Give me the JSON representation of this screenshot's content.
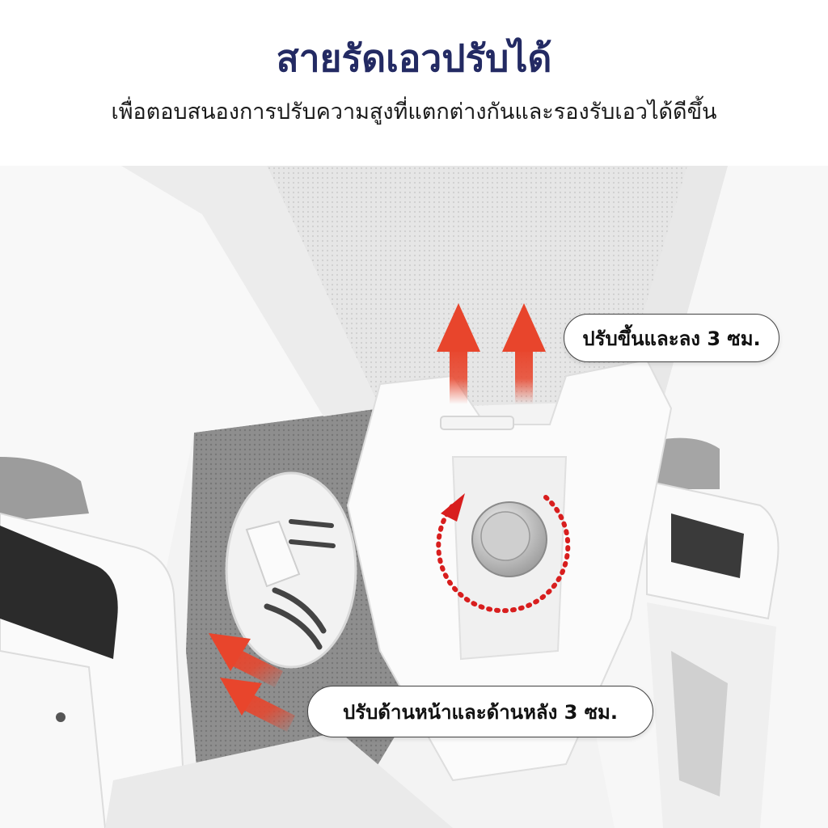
{
  "header": {
    "title": "สายรัดเอวปรับได้",
    "subtitle": "เพื่อตอบสนองการปรับความสูงที่แตกต่างกันและรองรับเอวได้ดีขึ้น"
  },
  "callouts": {
    "vertical": "ปรับขึ้นและลง 3 ซม.",
    "depth": "ปรับด้านหน้าและด้านหลัง 3 ซม."
  },
  "colors": {
    "title": "#232a63",
    "arrow": "#e8452c",
    "rotation_dots": "#d81e1e"
  }
}
